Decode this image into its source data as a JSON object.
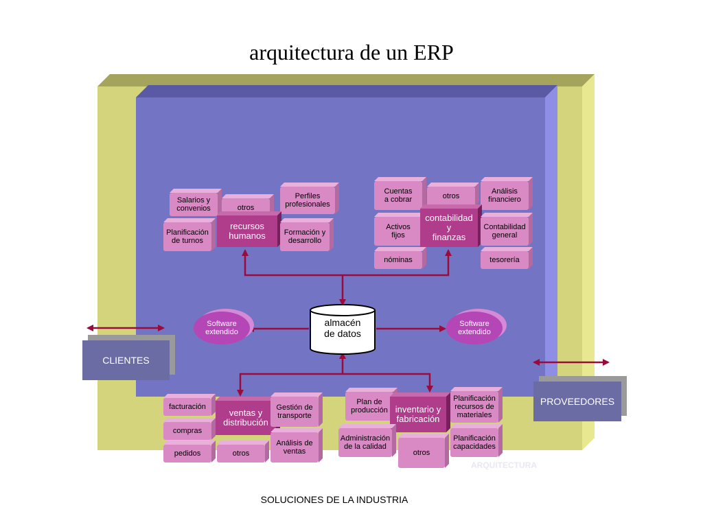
{
  "title": "arquitectura de un ERP",
  "footer": "SOLUCIONES DE LA INDUSTRIA",
  "watermark": "ARQUITECTURA",
  "center": {
    "line1": "almacén",
    "line2": "de datos"
  },
  "extended_left": {
    "line1": "Software",
    "line2": "extendido"
  },
  "extended_right": {
    "line1": "Software",
    "line2": "extendido"
  },
  "clients": "CLIENTES",
  "suppliers": "PROVEEDORES",
  "rh": {
    "core": {
      "line1": "recursos",
      "line2": "humanos"
    },
    "salarios": {
      "line1": "Salarios y",
      "line2": "convenios"
    },
    "otros": "otros",
    "perfiles": {
      "line1": "Perfiles",
      "line2": "profesionales"
    },
    "planificacion": {
      "line1": "Planificación",
      "line2": "de turnos"
    },
    "formacion": {
      "line1": "Formación y",
      "line2": "desarrollo"
    }
  },
  "cf": {
    "core": {
      "line1": "contabilidad",
      "line2": "y",
      "line3": "finanzas"
    },
    "cuentas": {
      "line1": "Cuentas",
      "line2": "a cobrar"
    },
    "otros": "otros",
    "analisis": {
      "line1": "Análisis",
      "line2": "financiero"
    },
    "activos": {
      "line1": "Activos",
      "line2": "fijos"
    },
    "contabilidad": {
      "line1": "Contabilidad",
      "line2": "general"
    },
    "nominas": "nóminas",
    "tesoreria": "tesorería"
  },
  "vd": {
    "core": {
      "line1": "ventas y",
      "line2": "distribución"
    },
    "facturacion": "facturación",
    "compras": "compras",
    "pedidos": "pedidos",
    "otros": "otros",
    "gestion": {
      "line1": "Gestión de",
      "line2": "transporte"
    },
    "analisis": {
      "line1": "Análisis de",
      "line2": "ventas"
    }
  },
  "if": {
    "core": {
      "line1": "inventario y",
      "line2": "fabricación"
    },
    "plan": {
      "line1": "Plan de",
      "line2": "producción"
    },
    "administracion": {
      "line1": "Administración",
      "line2": "de la calidad"
    },
    "otros": "otros",
    "planificacion_rec": {
      "line1": "Planificación",
      "line2": "recursos de",
      "line3": "materiales"
    },
    "planificacion_cap": {
      "line1": "Planificación",
      "line2": "capacidades"
    }
  },
  "colors": {
    "connector": "#9a0a3a",
    "frame_olive": "#d4d47c",
    "frame_blue": "#7474c4",
    "module_core": "#b03c8c",
    "module_item": "#d98ac4"
  }
}
